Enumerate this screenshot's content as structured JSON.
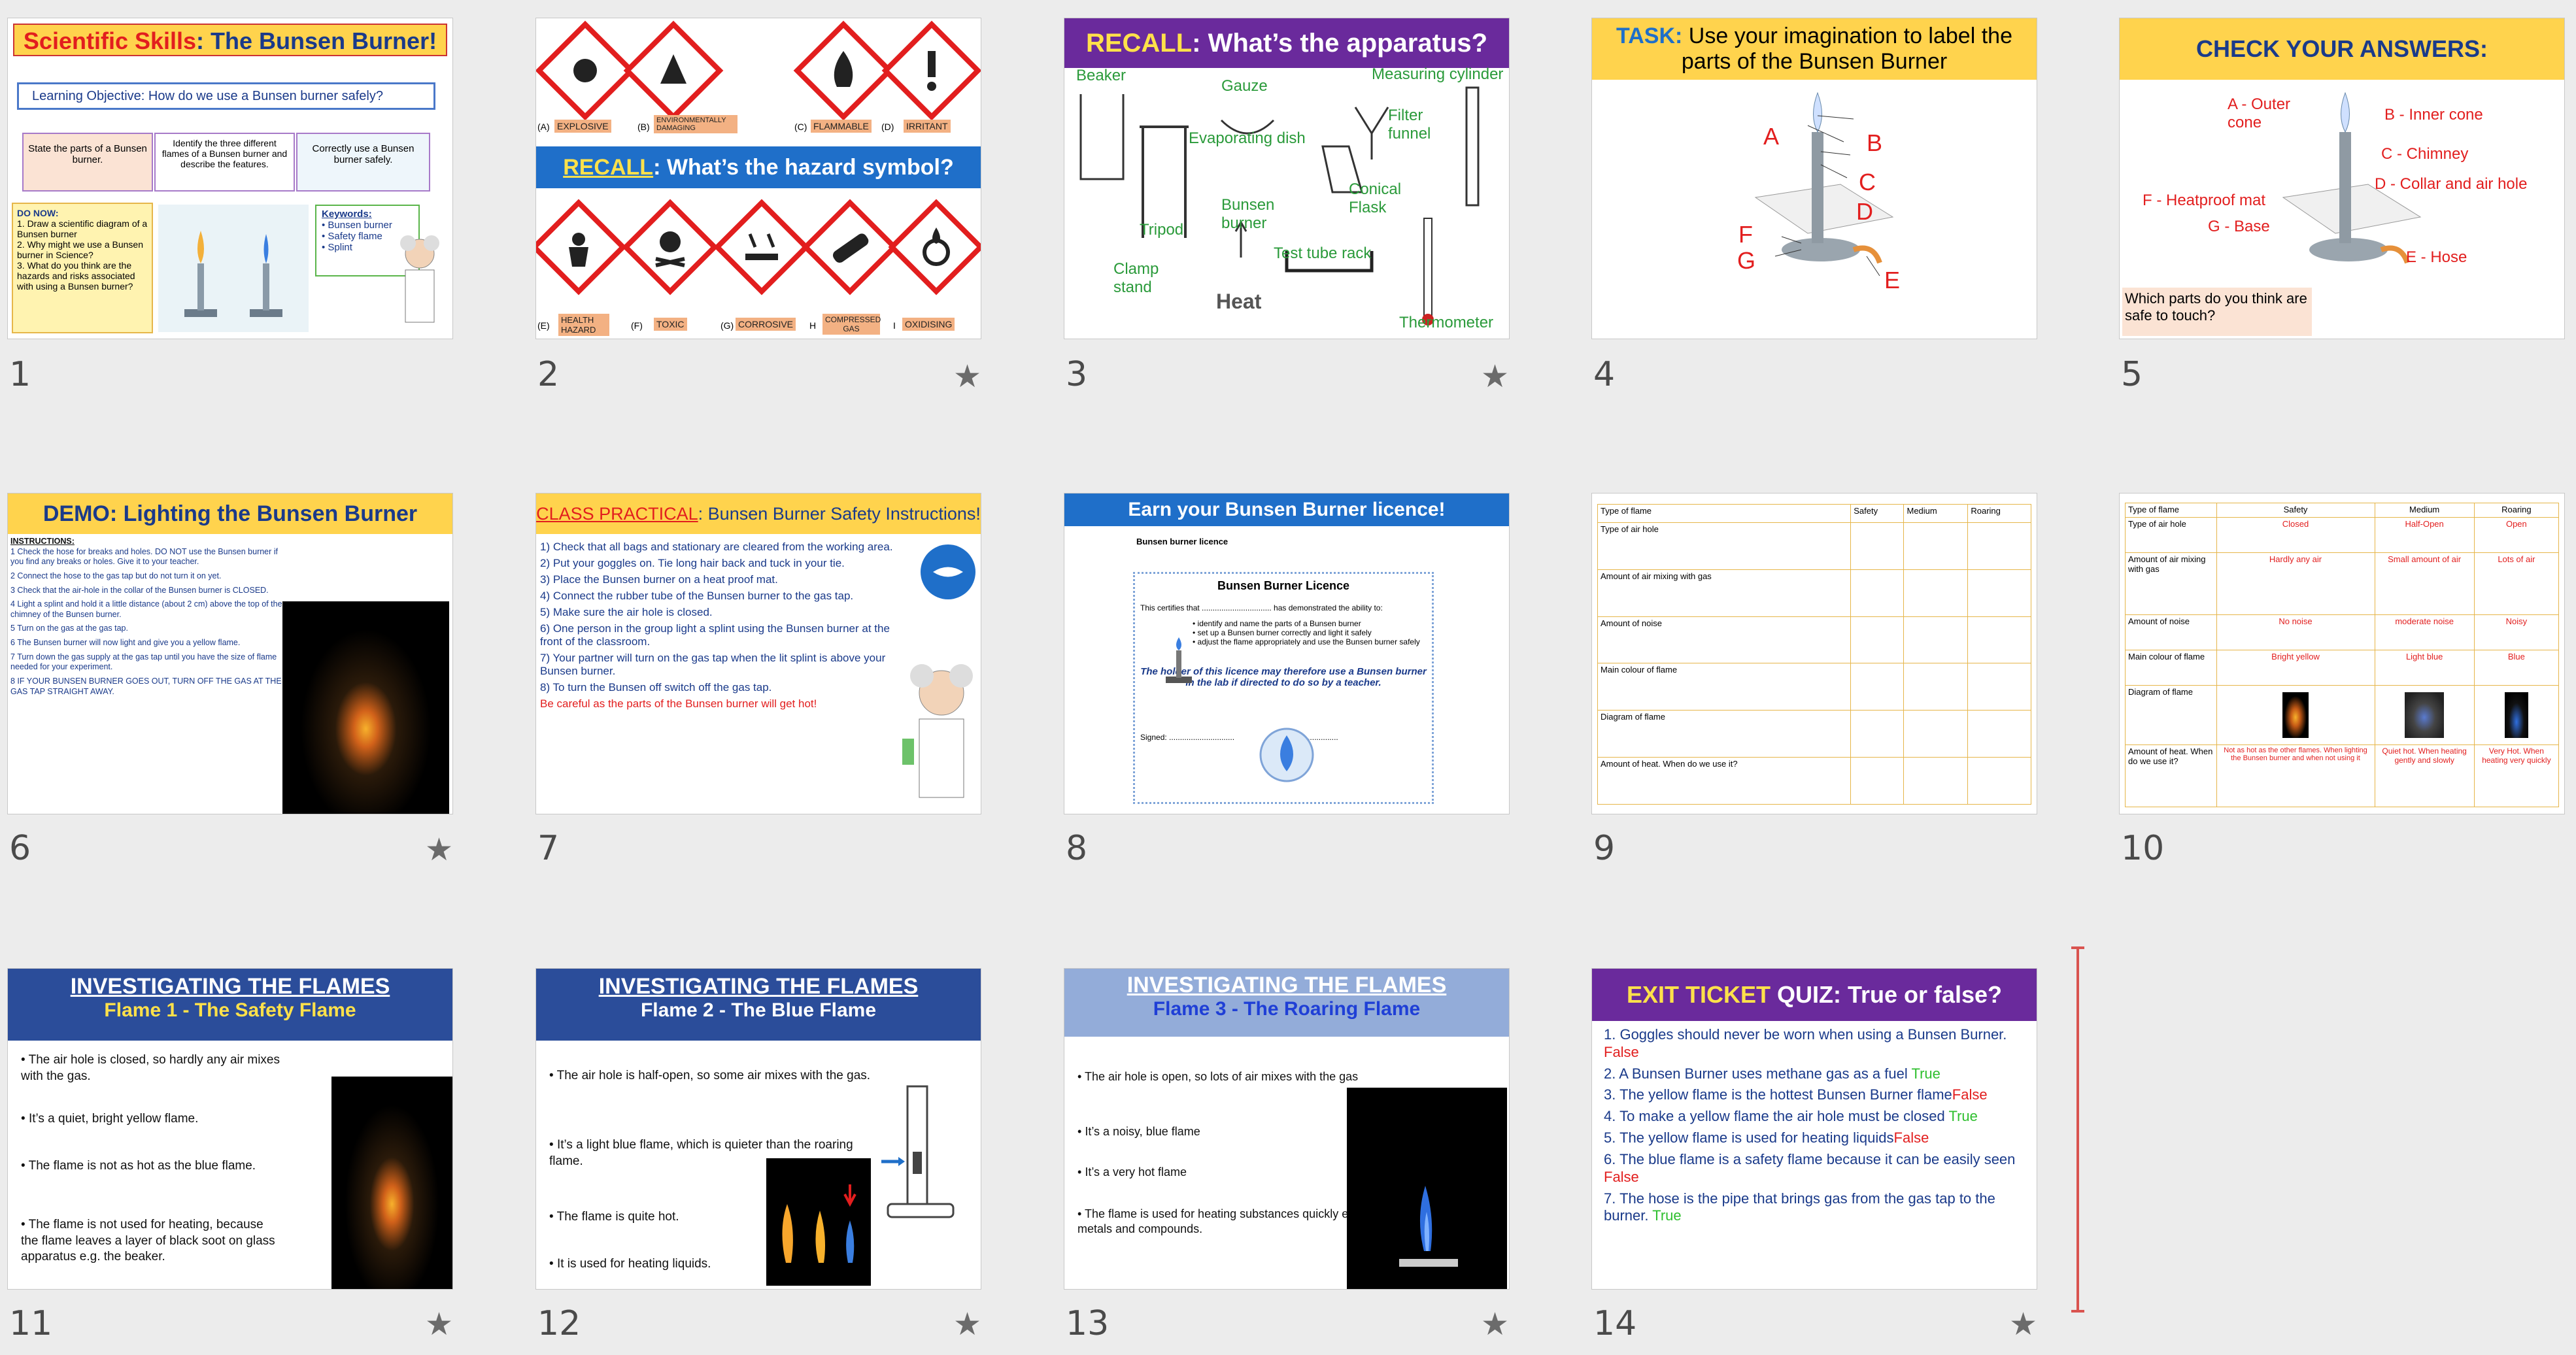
{
  "colors": {
    "accent_yellow": "#ffd34d",
    "accent_blue": "#2f5fb3",
    "accent_purple": "#6a2a9c",
    "selection": "#d9534f"
  },
  "slides": [
    {
      "n": "1",
      "title_a": "Scientific Skills",
      "title_b": ": The Bunsen Burner!",
      "objective": "Learning Objective: How do we use a Bunsen burner safely?",
      "outcomes": [
        "State the parts of a Bunsen burner.",
        "Identify the three different flames of a Bunsen burner and describe the features.",
        "Correctly use a Bunsen burner safely."
      ],
      "do_now_title": "DO NOW:",
      "do_now": [
        "1. Draw a scientific diagram of a Bunsen burner",
        "2. Why might we use a Bunsen burner in Science?",
        "3. What do you think are the hazards and risks associated with using a Bunsen burner?"
      ],
      "keywords_title": "Keywords:",
      "keywords": [
        "Bunsen burner",
        "Safety flame",
        "Splint"
      ]
    },
    {
      "n": "2",
      "recall": "RECALL",
      "title": ": What’s the hazard symbol?",
      "labels_top": [
        "(A)",
        "EXPLOSIVE",
        "(B)",
        "ENVIRONMENTALLY DAMAGING",
        "(C)",
        "FLAMMABLE",
        "(D)",
        "IRRITANT"
      ],
      "labels_bottom": [
        "(E)",
        "HEALTH HAZARD",
        "(F)",
        "TOXIC",
        "(G)",
        "CORROSIVE",
        "H",
        "COMPRESSED GAS",
        "I",
        "OXIDISING"
      ]
    },
    {
      "n": "3",
      "title_a": "RECALL",
      "title_b": ": What’s the apparatus?",
      "items": [
        "Beaker",
        "Gauze",
        "Measuring cylinder",
        "Evaporating dish",
        "Filter funnel",
        "Tripod",
        "Bunsen burner",
        "Conical Flask",
        "Clamp stand",
        "Test tube rack",
        "Heat",
        "Thermometer"
      ]
    },
    {
      "n": "4",
      "title_a": "TASK:",
      "title_b": " Use your imagination to label the parts of the Bunsen Burner",
      "letters": [
        "A",
        "B",
        "C",
        "D",
        "E",
        "F",
        "G"
      ]
    },
    {
      "n": "5",
      "title": "CHECK YOUR ANSWERS:",
      "answers": [
        "A - Outer cone",
        "B - Inner cone",
        "C - Chimney",
        "D - Collar and air hole",
        "E - Hose",
        "F - Heatproof mat",
        "G - Base"
      ],
      "question": "Which parts do you think are safe to touch?"
    },
    {
      "n": "6",
      "title": "DEMO: Lighting the Bunsen Burner",
      "instr_title": "INSTRUCTIONS:",
      "steps": [
        "1 Check the hose for breaks and holes. DO NOT use the Bunsen burner if you find any breaks or holes. Give it to your teacher.",
        "2 Connect the hose to the gas tap but do not turn it on yet.",
        "3 Check that the air-hole in the collar of the Bunsen burner is CLOSED.",
        "4 Light a splint and hold it a little distance (about 2 cm) above the top of the chimney of the Bunsen burner.",
        "5 Turn on the gas at the gas tap.",
        "6 The Bunsen burner will now light and give you a yellow flame.",
        "7 Turn down the gas supply at the gas tap until you have the size of flame needed for your experiment.",
        "8 IF YOUR BUNSEN BURNER GOES OUT, TURN OFF THE GAS AT THE GAS TAP STRAIGHT AWAY."
      ]
    },
    {
      "n": "7",
      "title_a": "CLASS PRACTICAL",
      "title_b": ": Bunsen Burner Safety Instructions!",
      "steps": [
        "1) Check that all bags and stationary are cleared from the working area.",
        "2) Put your goggles on. Tie long hair back and tuck in your tie.",
        "3) Place the Bunsen burner on a heat proof mat.",
        "4) Connect the rubber tube of the Bunsen burner to the gas tap.",
        "5) Make sure the air hole is closed.",
        "6) One person in the group light a splint using the Bunsen burner at the front of the classroom.",
        "7) Your partner will turn on the gas tap when the lit splint is above your Bunsen burner.",
        "8) To turn the Bunsen off switch off the gas tap."
      ],
      "warning": "Be careful as the parts of the Bunsen burner will get hot!"
    },
    {
      "n": "8",
      "title": "Earn your Bunsen Burner licence!",
      "doc_title": "Bunsen burner licence",
      "cert_title": "Bunsen Burner Licence",
      "cert_line": "This certifies that ................................ has demonstrated the ability to:",
      "bullets": [
        "identify and name the parts of a Bunsen burner",
        "set up a Bunsen burner correctly and light it safely",
        "adjust the flame appropriately and use the Bunsen burner safely"
      ],
      "holder": "The holder of this licence may therefore use a Bunsen burner in the lab if directed to do so by a teacher.",
      "signed": "Signed: ..............................",
      "date": "Date: ...................."
    },
    {
      "n": "9",
      "cols": [
        "Type of flame",
        "Safety",
        "Medium",
        "Roaring"
      ],
      "rows": [
        "Type of air hole",
        "Amount of air mixing with gas",
        "Amount of noise",
        "Main colour of flame",
        "Diagram of flame",
        "Amount of heat. When do we use it?"
      ]
    },
    {
      "n": "10",
      "cols": [
        "Type of flame",
        "Safety",
        "Medium",
        "Roaring"
      ],
      "rows": [
        [
          "Type of air hole",
          "Closed",
          "Half-Open",
          "Open"
        ],
        [
          "Amount of air mixing with gas",
          "Hardly any air",
          "Small amount of air",
          "Lots of air"
        ],
        [
          "Amount of noise",
          "No noise",
          "moderate noise",
          "Noisy"
        ],
        [
          "Main colour of flame",
          "Bright yellow",
          "Light blue",
          "Blue"
        ],
        [
          "Diagram of flame",
          "",
          "",
          ""
        ],
        [
          "Amount of heat. When do we use it?",
          "Not as hot as the other flames. When lighting the Bunsen burner and when not using it",
          "Quiet hot. When heating gently and slowly",
          "Very Hot. When heating very quickly"
        ]
      ]
    },
    {
      "n": "11",
      "title_a": "INVESTIGATING THE FLAMES",
      "title_b": "Flame 1 - The Safety Flame",
      "bullets": [
        "The air hole is closed, so hardly any air mixes with the gas.",
        "It’s a quiet, bright yellow flame.",
        "The flame is not as hot as the blue flame.",
        "The flame is not used for heating, because the flame leaves a layer of black soot on glass apparatus e.g. the beaker."
      ]
    },
    {
      "n": "12",
      "title_a": "INVESTIGATING THE FLAMES",
      "title_b": "Flame 2 - The Blue Flame",
      "bullets": [
        "The air hole is half-open, so some air mixes with the gas.",
        "It’s a light blue flame, which is quieter than the roaring flame.",
        "The flame is quite hot.",
        "It is used for heating liquids."
      ]
    },
    {
      "n": "13",
      "title_a": "INVESTIGATING THE FLAMES",
      "title_b": "Flame 3 - The Roaring Flame",
      "bullets": [
        "The air hole is open, so lots of air mixes with the gas",
        "It’s a noisy, blue flame",
        "It’s a very hot flame",
        "The flame is used for heating substances quickly e.g. metals and compounds."
      ]
    },
    {
      "n": "14",
      "title_a": "EXIT TICKET",
      "title_b": " QUIZ: True or false?",
      "items": [
        {
          "q": "1. Goggles should never be worn when using a Bunsen Burner.",
          "a": "False"
        },
        {
          "q": "2. A Bunsen Burner uses methane gas as a fuel",
          "a": "True"
        },
        {
          "q": "3. The yellow flame is the hottest Bunsen Burner flame",
          "a": "False"
        },
        {
          "q": "4. To make a yellow flame the air hole must be closed",
          "a": "True"
        },
        {
          "q": "5. The yellow flame is used for heating liquids",
          "a": "False"
        },
        {
          "q": "6. The blue flame is a safety flame because it can be easily seen",
          "a": "False"
        },
        {
          "q": "7. The hose is the pipe that brings gas from the gas tap to the burner.",
          "a": "True"
        }
      ]
    }
  ],
  "transition_icon": "star-icon"
}
